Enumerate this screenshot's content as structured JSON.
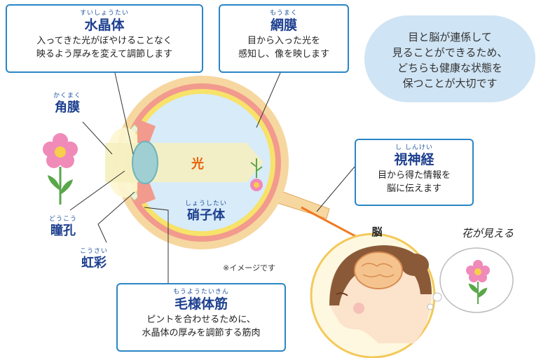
{
  "lens": {
    "ruby": "すいしょうたい",
    "term": "水晶体",
    "desc1": "入ってきた光がぼやけることなく",
    "desc2": "映るよう厚みを変えて調節します"
  },
  "retina": {
    "ruby": "もうまく",
    "term": "網膜",
    "desc1": "目から入った光を",
    "desc2": "感知し、像を映します"
  },
  "bubble": {
    "line1": "目と脳が連係して",
    "line2": "見ることができるため、",
    "line3": "どちらも健康な状態を",
    "line4": "保つことが大切です"
  },
  "cornea": {
    "ruby": "かくまく",
    "term": "角膜"
  },
  "pupil": {
    "ruby": "どうこう",
    "term": "瞳孔"
  },
  "iris": {
    "ruby": "こうさい",
    "term": "虹彩"
  },
  "light": "光",
  "vitreous": {
    "ruby": "しょうしたい",
    "term": "硝子体"
  },
  "optic_nerve": {
    "ruby": "し しんけい",
    "term": "視神経",
    "desc1": "目から得た情報を",
    "desc2": "脳に伝えます"
  },
  "brain": "脳",
  "flower_seen": "花が見える",
  "image_note": "※イメージです",
  "ciliary": {
    "ruby": "もうようたいきん",
    "term": "毛様体筋",
    "desc1": "ピントを合わせるために、",
    "desc2": "水晶体の厚みを調節する筋肉"
  }
}
